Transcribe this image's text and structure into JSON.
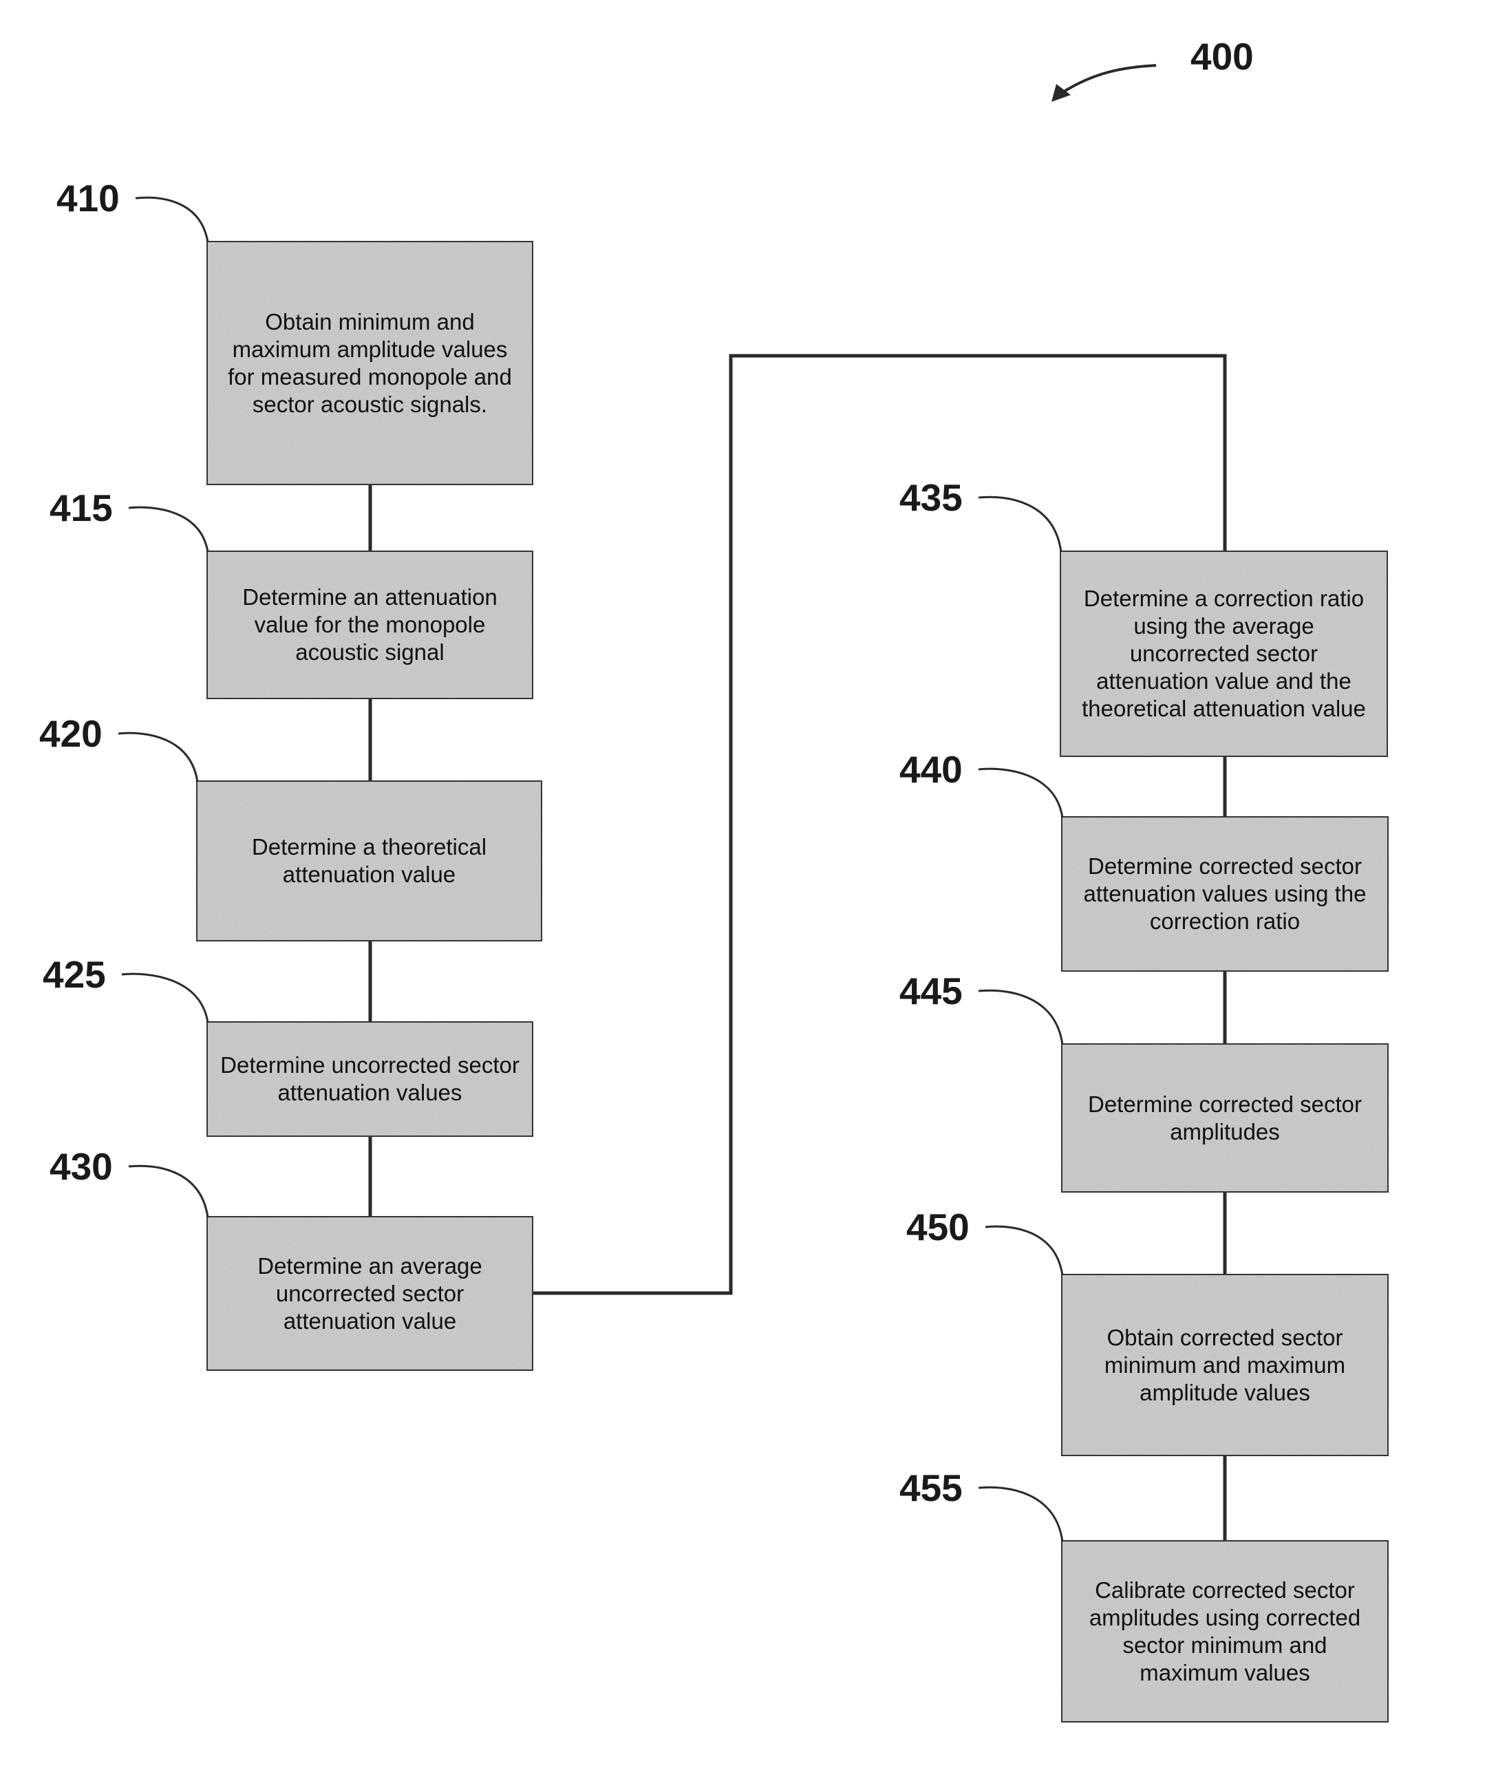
{
  "figure_label": "400",
  "steps": [
    {
      "ref": "410",
      "text": "Obtain minimum and\nmaximum amplitude values\nfor measured monopole and\nsector acoustic signals."
    },
    {
      "ref": "415",
      "text": "Determine an attenuation\nvalue for the monopole\nacoustic signal"
    },
    {
      "ref": "420",
      "text": "Determine a theoretical\nattenuation value"
    },
    {
      "ref": "425",
      "text": "Determine uncorrected sector\nattenuation values"
    },
    {
      "ref": "430",
      "text": "Determine an average\nuncorrected sector\nattenuation value"
    },
    {
      "ref": "435",
      "text": "Determine a correction ratio\nusing  the average\nuncorrected sector\nattenuation value and the\ntheoretical attenuation value"
    },
    {
      "ref": "440",
      "text": "Determine corrected  sector\nattenuation values using the\ncorrection ratio"
    },
    {
      "ref": "445",
      "text": "Determine corrected sector\namplitudes"
    },
    {
      "ref": "450",
      "text": "Obtain corrected sector\nminimum and maximum\namplitude values"
    },
    {
      "ref": "455",
      "text": "Calibrate corrected sector\namplitudes using corrected\nsector minimum and\nmaximum values"
    }
  ],
  "colors": {
    "box_fill": "#d9d9d9",
    "box_stroke": "#3a3a3a",
    "line": "#2a2a2a"
  }
}
